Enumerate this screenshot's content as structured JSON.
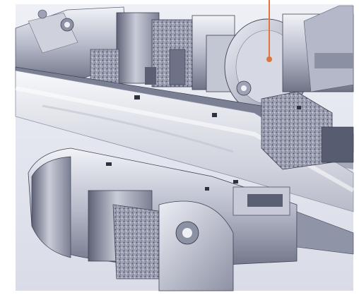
{
  "figure": {
    "subject": "cutaway-cad-render-of-mechanical-assembly",
    "colors": {
      "background": "#ffffff",
      "steel_light": "#e4e6ee",
      "steel_mid": "#a9adbf",
      "steel_dark": "#5b5f73",
      "shadow": "#2f3140",
      "callout": "#e0743a"
    },
    "callout": {
      "icon": "leader-line",
      "target": "disc-component"
    }
  }
}
